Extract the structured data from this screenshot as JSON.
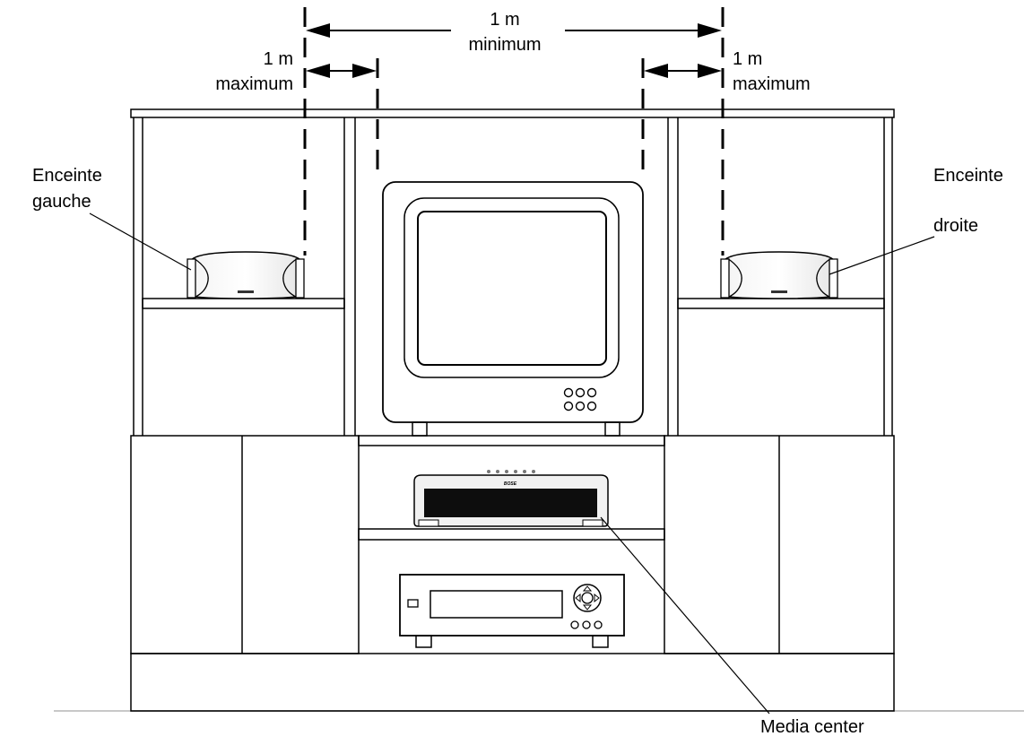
{
  "dimensions": {
    "top_value": "1 m",
    "top_qualifier": "minimum",
    "left_value": "1 m",
    "left_qualifier": "maximum",
    "right_value": "1 m",
    "right_qualifier": "maximum"
  },
  "callouts": {
    "left_speaker_line1": "Enceinte",
    "left_speaker_line2": "gauche",
    "right_speaker_line1": "Enceinte",
    "right_speaker_line2": "droite",
    "media_center": "Media center"
  },
  "icons": {
    "left_speaker": "speaker-icon",
    "right_speaker": "speaker-icon",
    "tv": "television-icon",
    "media_center": "media-center-icon",
    "receiver": "receiver-icon"
  }
}
